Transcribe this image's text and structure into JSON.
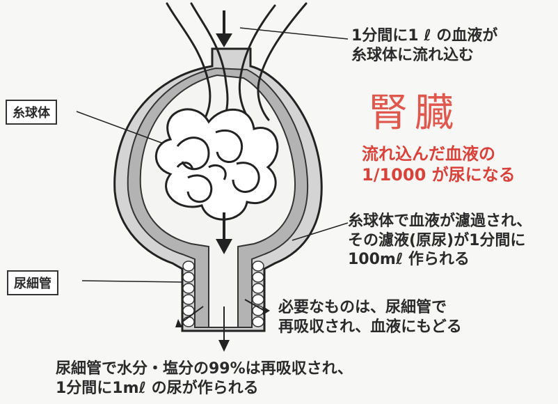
{
  "labels": {
    "glomerulus": "糸球体",
    "tubule": "尿細管"
  },
  "annotations": {
    "inflow_line1": "1分間に1 ℓ の血液が",
    "inflow_line2": "糸球体に流れ込む",
    "filter_line1": "糸球体で血液が濾過され、",
    "filter_line2": "その濾液(原尿)が1分間に",
    "filter_line3": "100mℓ 作られる",
    "reabsorb_line1": "必要なものは、尿細管で",
    "reabsorb_line2": "再吸収され、血液にもどる",
    "bottom_line1": "尿細管で水分・塩分の99%は再吸収され、",
    "bottom_line2": "1分間に1mℓ の尿が作られる"
  },
  "headline": {
    "title": "腎臓",
    "sub_line1": "流れ込んだ血液の",
    "sub_line2": "1/1000 が尿になる"
  },
  "colors": {
    "capsule_fill": "#b3b3b3",
    "tubule_fill": "#bdbdbd",
    "vessel_fill": "#ffffff",
    "outline": "#222222",
    "accent_red": "#d9423a"
  }
}
